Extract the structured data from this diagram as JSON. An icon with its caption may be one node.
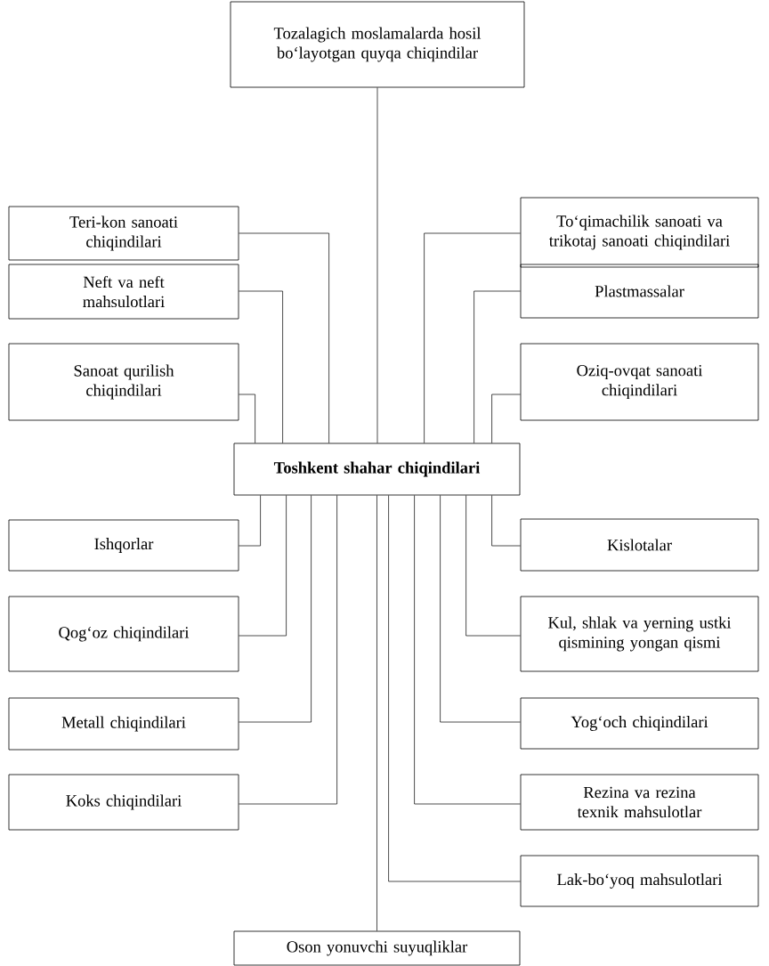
{
  "diagram": {
    "nodes": [
      {
        "text": [
          "Tozalagich moslamalarda hosil bo‘layotgan quyqa chiqindilar"
        ]
      },
      {
        "text": [
          "Teri-kon sanoati chiqindilari"
        ]
      },
      {
        "text": [
          "To‘qimachilik sanoati va trikotaj sanoati chiqindilari"
        ]
      },
      {
        "text": [
          "Neft va neft mahsulotlari"
        ]
      },
      {
        "text": [
          "Plastmassalar"
        ]
      },
      {
        "text": [
          "Sanoat qurilish chiqindilari"
        ]
      },
      {
        "text": [
          "Oziq-ovqat sanoati chiqindilari"
        ]
      },
      {
        "text": [
          "Toshkent shahar chiqindilari"
        ]
      },
      {
        "text": [
          "Ishqorlar"
        ]
      },
      {
        "text": [
          "Kislotalar"
        ]
      },
      {
        "text": [
          "Qog‘oz chiqindilari"
        ]
      },
      {
        "text": [
          "Kul, shlak va yerning ustki qismining yongan qismi"
        ]
      },
      {
        "text": [
          "Metall chiqindilari"
        ]
      },
      {
        "text": [
          "Yog‘och chiqindilari"
        ]
      },
      {
        "text": [
          "Koks chiqindilari"
        ]
      },
      {
        "text": [
          "Rezina va rezina texnik mahsulotlar"
        ]
      },
      {
        "text": [
          "Lak-bo‘yoq mahsulotlari"
        ]
      },
      {
        "text": [
          "Oson yonuvchi suyuqliklar"
        ]
      }
    ],
    "edges": [
      {
        "from": 7,
        "to": 0,
        "arrow": "none"
      },
      {
        "from": 7,
        "to": 1,
        "arrow": "none"
      },
      {
        "from": 7,
        "to": 2,
        "arrow": "none"
      },
      {
        "from": 7,
        "to": 3,
        "arrow": "none"
      },
      {
        "from": 7,
        "to": 4,
        "arrow": "none"
      },
      {
        "from": 7,
        "to": 5,
        "arrow": "none"
      },
      {
        "from": 7,
        "to": 6,
        "arrow": "none"
      },
      {
        "from": 7,
        "to": 8,
        "arrow": "none"
      },
      {
        "from": 7,
        "to": 9,
        "arrow": "none"
      },
      {
        "from": 7,
        "to": 10,
        "arrow": "none"
      },
      {
        "from": 7,
        "to": 11,
        "arrow": "none"
      },
      {
        "from": 7,
        "to": 12,
        "arrow": "none"
      },
      {
        "from": 7,
        "to": 13,
        "arrow": "none"
      },
      {
        "from": 7,
        "to": 14,
        "arrow": "none"
      },
      {
        "from": 7,
        "to": 15,
        "arrow": "none"
      },
      {
        "from": 7,
        "to": 16,
        "arrow": "none"
      },
      {
        "from": 7,
        "to": 17,
        "arrow": "none"
      }
    ]
  }
}
